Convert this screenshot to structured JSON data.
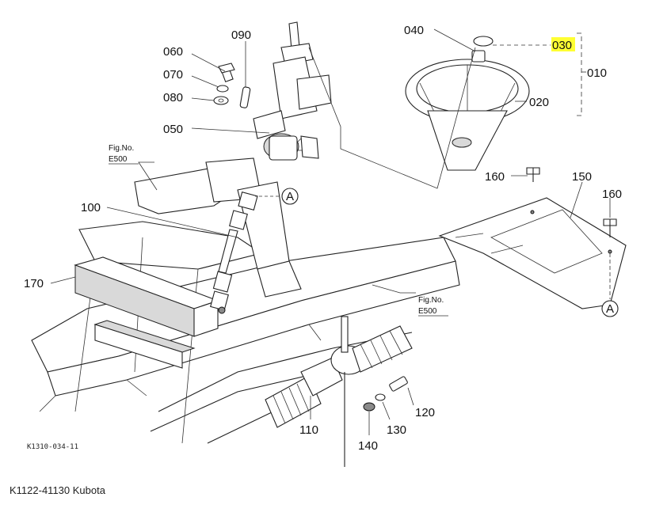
{
  "caption": "K1122-41130 Kubota",
  "drawing_code": "K1310-034-11",
  "highlight_color": "#ffff33",
  "callouts": {
    "p010": "010",
    "p020": "020",
    "p030": "030",
    "p040": "040",
    "p050": "050",
    "p060": "060",
    "p070": "070",
    "p080": "080",
    "p090": "090",
    "p100": "100",
    "p110": "110",
    "p120": "120",
    "p130": "130",
    "p140": "140",
    "p150": "150",
    "p160a": "160",
    "p160b": "160",
    "p170": "170"
  },
  "fig_refs": {
    "top_left": {
      "title": "Fig.No.",
      "number": "E500"
    },
    "bottom_right": {
      "title": "Fig.No.",
      "number": "E500"
    }
  },
  "markers": {
    "a1": "A",
    "a2": "A"
  }
}
